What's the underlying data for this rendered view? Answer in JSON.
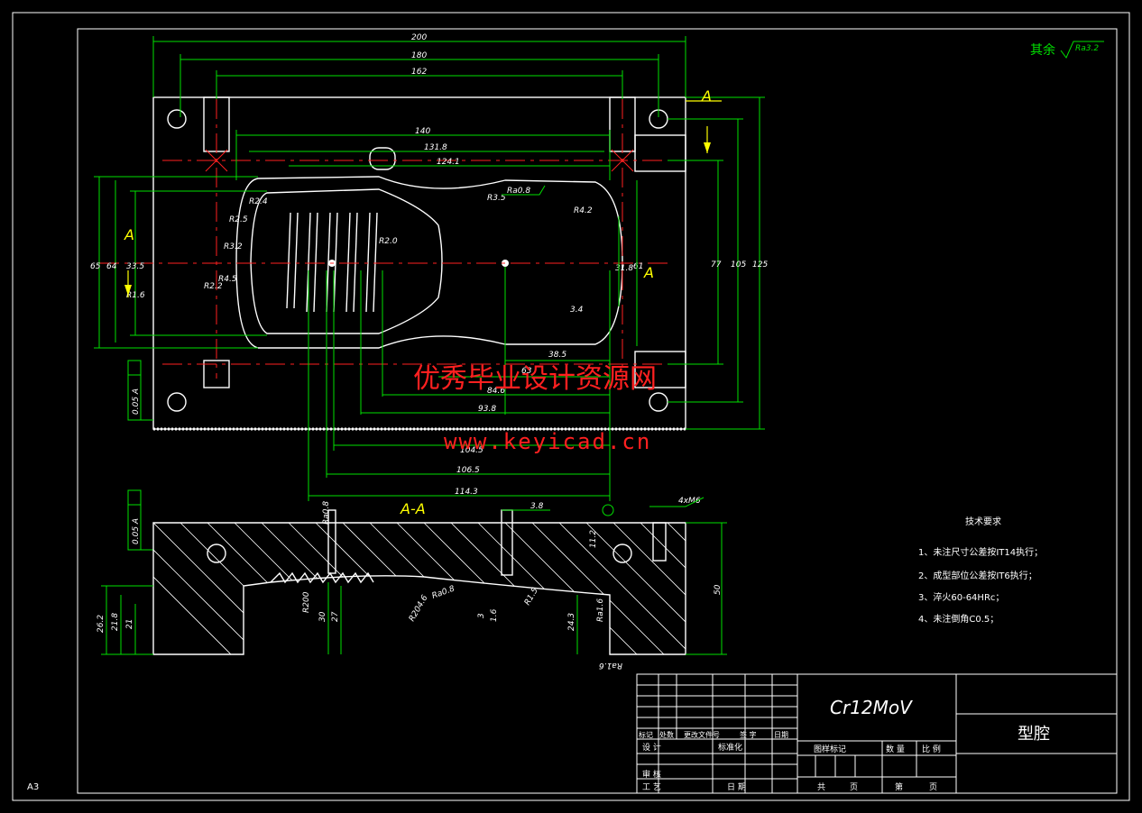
{
  "sheet": {
    "size_label": "A3"
  },
  "surface_finish": {
    "label": "其余",
    "value": "Ra3.2"
  },
  "plan_dims_horizontal": [
    "200",
    "180",
    "162",
    "140",
    "131.8",
    "124.1",
    "38.5",
    "63",
    "84.6",
    "93.8",
    "104.5",
    "106.5",
    "114.3"
  ],
  "plan_dims_vertical_left": [
    "65",
    "64",
    "33.5"
  ],
  "plan_dims_vertical_right": [
    "77",
    "105",
    "125"
  ],
  "plan_dims_inner": [
    "R3.2",
    "R4.5",
    "R2.4",
    "R3.5",
    "R2.0",
    "R4.2",
    "R2.2",
    "R1.6",
    "R2.5",
    "31.8",
    "61",
    "3.4",
    "Ra0.8"
  ],
  "section": {
    "label": "A-A",
    "tolerance_top": "0.05 A",
    "tolerance_left": "0.05 A",
    "dims_left": [
      "26.2",
      "21.8",
      "21"
    ],
    "dims_mid": [
      "30",
      "27",
      "R200",
      "R204.6",
      "Ra0.8",
      "Ra0.8"
    ],
    "dims_right": [
      "50",
      "24.3",
      "11.2",
      "4xM6",
      "3.8",
      "3",
      "1.6",
      "R1.5",
      "Ra1.6",
      "Ra1.6"
    ]
  },
  "section_markers": {
    "A": "A"
  },
  "tech_requirements": {
    "title": "技术要求",
    "items": [
      "1、未注尺寸公差按IT14执行；",
      "2、成型部位公差按IT6执行；",
      "3、淬火60-64HRc；",
      "4、未注倒角C0.5；"
    ]
  },
  "title_block": {
    "material": "Cr12MoV",
    "part_name": "型腔",
    "row_labels": [
      "标记",
      "处数",
      "更改文件号",
      "签 字",
      "日期"
    ],
    "design": "设 计",
    "standardize": "标准化",
    "review": "审 核",
    "process": "工 艺",
    "date": "日 期",
    "stage_mark": "图样标记",
    "weight": "数 量",
    "scale": "比 例",
    "total": "共",
    "sheet_word": "页",
    "page": "第",
    "page_word": "页"
  },
  "watermark": {
    "line1": "优秀毕业设计资源网",
    "line2": "www.keyicad.cn"
  },
  "colors": {
    "background": "#000000",
    "lines": "#ffffff",
    "dimensions": "#00e000",
    "centerlines": "#ff2020",
    "markers": "#ffff00",
    "watermark": "#ff2020"
  }
}
